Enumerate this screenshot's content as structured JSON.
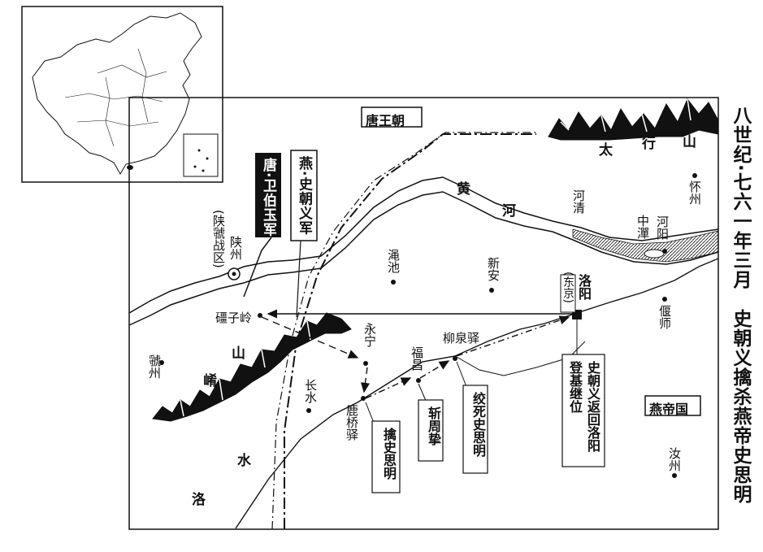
{
  "title": "八世纪·七六一年三月　史朝义擒杀燕帝史思明",
  "regions": {
    "tang": "唐王朝",
    "yan": "燕帝国"
  },
  "armies": {
    "tang": "唐·卫伯玉军",
    "yan": "燕·史朝义军"
  },
  "battle_area": "(陕虢战区)",
  "mountains": {
    "taihang": [
      "太",
      "行",
      "山"
    ],
    "xiao": [
      "崤",
      "山"
    ]
  },
  "rivers": {
    "huanghe": [
      "黄",
      "河"
    ],
    "luoshui": [
      "洛",
      "水"
    ]
  },
  "places": {
    "shanzhou": "陕州",
    "guozhou": "虢州",
    "jiangziling": "礓子岭",
    "mianchi": "渑池",
    "xinan": "新安",
    "yongning": "永宁",
    "changshui": "长水",
    "luqiaoyi": "鹿桥驿",
    "fuchang": "福昌",
    "liuquanyi": "柳泉驿",
    "luoyang": "洛阳",
    "dongjing": "(东京)",
    "yanshi": "偃师",
    "heqing": "河清",
    "zhongtan": "中潬",
    "heyang": "河阳",
    "huaizhou": "怀州",
    "ruzhou": "汝州"
  },
  "events": {
    "capture": "擒史思明",
    "behead": "斩周挚",
    "strangle": "绞死史思明",
    "return": "史朝义返回洛阳登基继位"
  },
  "colors": {
    "ink": "#111111",
    "paper": "#ffffff",
    "tang_box": "#111111"
  }
}
